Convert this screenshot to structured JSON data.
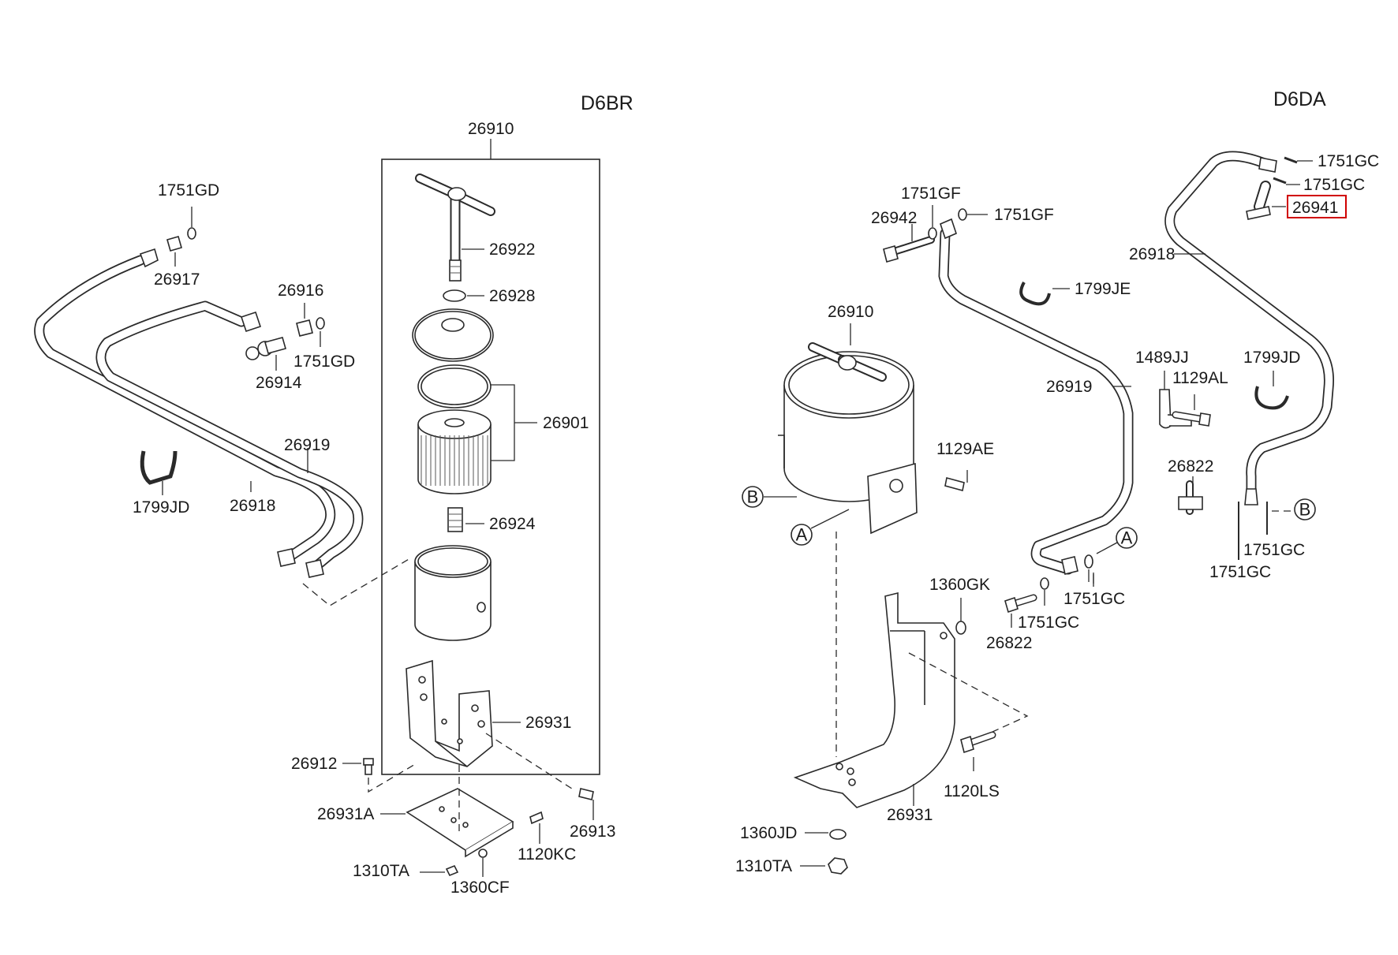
{
  "sections": {
    "left": {
      "model": "D6BR"
    },
    "right": {
      "model": "D6DA"
    }
  },
  "highlight_color": "#d00000",
  "callouts": {
    "L_26910": "26910",
    "L_26922": "26922",
    "L_26928": "26928",
    "L_26901": "26901",
    "L_26924": "26924",
    "L_26931": "26931",
    "L_26912": "26912",
    "L_26931A": "26931A",
    "L_26913": "26913",
    "L_1120KC": "1120KC",
    "L_1310TA": "1310TA",
    "L_1360CF": "1360CF",
    "L_1751GD_top": "1751GD",
    "L_26917": "26917",
    "L_26916": "26916",
    "L_1751GD_mid": "1751GD",
    "L_26914": "26914",
    "L_26919": "26919",
    "L_26918": "26918",
    "L_1799JD": "1799JD",
    "R_1751GF_a": "1751GF",
    "R_1751GF_b": "1751GF",
    "R_26942": "26942",
    "R_1799JE": "1799JE",
    "R_26910": "26910",
    "R_1129AE": "1129AE",
    "R_26919": "26919",
    "R_1489JJ": "1489JJ",
    "R_1129AL": "1129AL",
    "R_1799JD": "1799JD",
    "R_1751GC_top1": "1751GC",
    "R_1751GC_top2": "1751GC",
    "R_26941": "26941",
    "R_26918": "26918",
    "R_26822_a": "26822",
    "R_1751GC_c": "1751GC",
    "R_1751GC_d": "1751GC",
    "R_1751GC_e": "1751GC",
    "R_1751GC_f": "1751GC",
    "R_1360GK": "1360GK",
    "R_26822_b": "26822",
    "R_1120LS": "1120LS",
    "R_26931": "26931",
    "R_1360JD": "1360JD",
    "R_1310TA": "1310TA"
  },
  "markers": {
    "A": "A",
    "B": "B"
  }
}
